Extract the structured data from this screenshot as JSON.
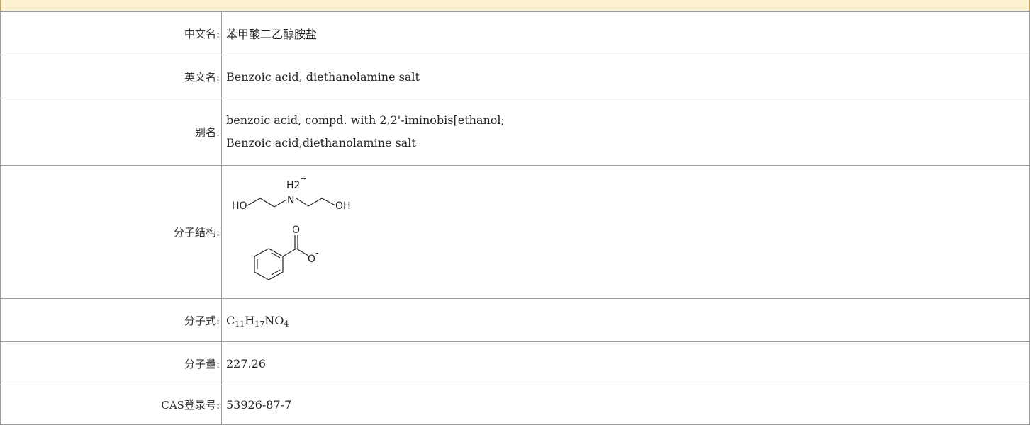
{
  "rows": [
    {
      "label": "中文名:",
      "value": "苯甲酸二乙醇胺盐"
    },
    {
      "label": "英文名:",
      "value": "Benzoic acid, diethanolamine salt"
    },
    {
      "label": "别名:",
      "values": [
        "benzoic acid, compd. with 2,2'-iminobis[ethanol;",
        "Benzoic acid,diethanolamine salt"
      ]
    },
    {
      "label": "分子结构:",
      "structure": {
        "cation_atoms": [
          "HO",
          "N",
          "H2",
          "+",
          "OH"
        ],
        "anion_atoms": [
          "O",
          "O",
          "-"
        ]
      }
    },
    {
      "label": "分子式:",
      "formula": [
        {
          "el": "C",
          "n": "11"
        },
        {
          "el": "H",
          "n": "17"
        },
        {
          "el": "NO",
          "n": "4"
        }
      ]
    },
    {
      "label": "分子量:",
      "value": "227.26"
    },
    {
      "label": "CAS登录号:",
      "value": "53926-87-7"
    }
  ]
}
